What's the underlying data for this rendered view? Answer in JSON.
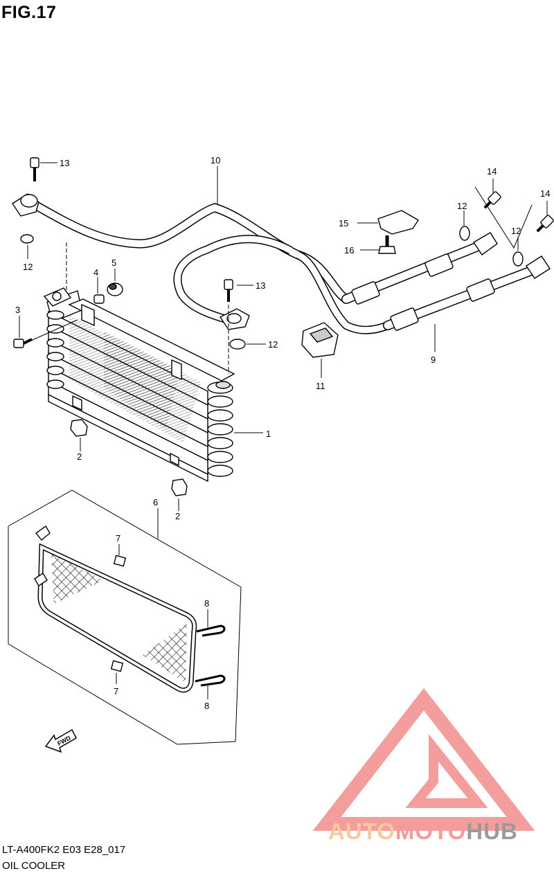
{
  "header": {
    "figure_label": "FIG.17"
  },
  "footer": {
    "model_code": "LT-A400FK2 E03 E28_017",
    "section_name": "OIL COOLER"
  },
  "callouts": {
    "c1": "1",
    "c2a": "2",
    "c2b": "2",
    "c3": "3",
    "c4": "4",
    "c5": "5",
    "c6": "6",
    "c7a": "7",
    "c7b": "7",
    "c8a": "8",
    "c8b": "8",
    "c9": "9",
    "c10": "10",
    "c11": "11",
    "c12a": "12",
    "c12b": "12",
    "c12c": "12",
    "c12d": "12",
    "c13a": "13",
    "c13b": "13",
    "c14a": "14",
    "c14b": "14",
    "c15": "15",
    "c16": "16"
  },
  "direction_marker": {
    "label": "FWD",
    "icon": "forward-arrow-icon"
  },
  "watermark": {
    "part1": "AUTO",
    "part2": "MOTO",
    "part3": "HUB",
    "color_light": "#f8c8a0",
    "color_mid": "#f59a9a",
    "color_dark": "#9a9a9a",
    "logo_color": "#f28c8c"
  }
}
